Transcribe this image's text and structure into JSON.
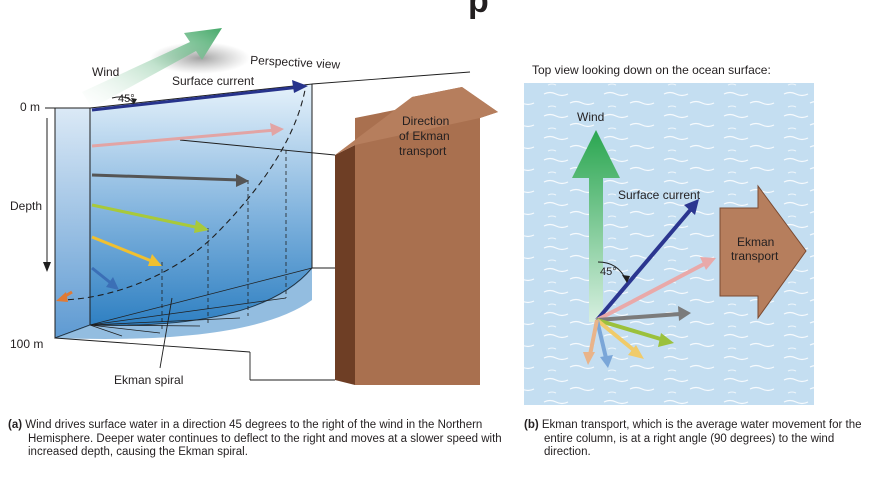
{
  "heading_fragment": "p",
  "panel_a": {
    "labels": {
      "wind": "Wind",
      "angle": "45°",
      "surface_current": "Surface current",
      "perspective_view": "Perspective view",
      "depth_top": "0 m",
      "depth_axis": "Depth",
      "depth_bottom": "100 m",
      "ekman_spiral": "Ekman spiral",
      "transport_line1": "Direction",
      "transport_line2": "of Ekman",
      "transport_line3": "transport"
    },
    "caption_tag": "(a)",
    "caption_text": "Wind drives surface water in a direction 45 degrees to the right of the wind in the Northern Hemisphere. Deeper water continues to deflect to the right and moves at a slower speed with increased depth, causing the Ekman spiral."
  },
  "panel_b": {
    "title": "Top view looking down on the ocean surface:",
    "labels": {
      "wind": "Wind",
      "surface_current": "Surface current",
      "angle": "45°",
      "transport_line1": "Ekman",
      "transport_line2": "transport"
    },
    "caption_tag": "(b)",
    "caption_text": "Ekman transport, which is the average water movement for the entire column, is at a right angle (90 degrees) to the wind direction."
  },
  "colors": {
    "water_top": "#dfeefa",
    "water_bottom": "#2e7fc0",
    "ocean_surface": "#c5dff2",
    "transport_arrow": "#b87a5a",
    "transport_dark": "#6e3e25",
    "wind_green": "#2fa84f",
    "surface_current_blue": "#26318a"
  }
}
